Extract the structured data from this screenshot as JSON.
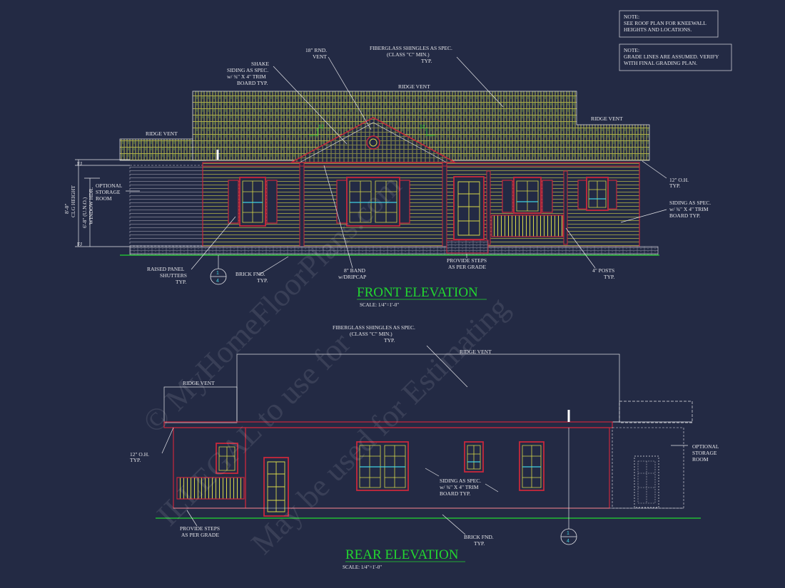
{
  "notes": [
    {
      "l1": "NOTE:",
      "l2": "SEE ROOF PLAN FOR KNEEWALL",
      "l3": "HEIGHTS AND LOCATIONS."
    },
    {
      "l1": "NOTE:",
      "l2": "GRADE LINES ARE ASSUMED. VERIFY",
      "l3": "WITH FINAL GRADING PLAN."
    }
  ],
  "front": {
    "title": "FRONT ELEVATION",
    "scale": "SCALE: 1/4\"=1'-0\"",
    "callouts": {
      "rnd_vent_1": "18\" RND.",
      "rnd_vent_2": "VENT",
      "shingles_1": "FIBERGLASS SHINGLES AS SPEC.",
      "shingles_2": "(CLASS \"C\" MIN.)",
      "shingles_3": "TYP.",
      "shake_1": "SHAKE",
      "shake_2": "SIDING AS SPEC.",
      "shake_3": "w/ ¾\" X 4\" TRIM",
      "shake_4": "BOARD TYP.",
      "ridge_main": "RIDGE VENT",
      "ridge_left": "RIDGE VENT",
      "ridge_right": "RIDGE VENT",
      "oh_1": "12\" O.H.",
      "oh_2": "TYP.",
      "siding_1": "SIDING AS SPEC.",
      "siding_2": "w/ ¾\" X 4\" TRIM",
      "siding_3": "BOARD TYP.",
      "storage_1": "OPTIONAL",
      "storage_2": "STORAGE",
      "storage_3": "ROOM",
      "shutters_1": "RAISED PANEL",
      "shutters_2": "SHUTTERS",
      "shutters_3": "TYP.",
      "brick_1": "BRICK FND.",
      "brick_2": "TYP.",
      "band_1": "8\" BAND",
      "band_2": "w/DRIPCAP",
      "steps_1": "PROVIDE STEPS",
      "steps_2": "AS PER GRADE",
      "posts_1": "4\" POSTS",
      "posts_2": "TYP.",
      "pitch": "12",
      "fj_top": "FJ",
      "fj_bottom": "FJ",
      "clg_1": "8'-0\"",
      "clg_2": "CLG HEIGHT",
      "win_1": "6'-8\" (U.N.O.)",
      "win_2": "WINDOW HDR.",
      "section_top": "1",
      "section_bottom": "4"
    }
  },
  "rear": {
    "title": "REAR ELEVATION",
    "scale": "SCALE: 1/4\"=1'-0\"",
    "callouts": {
      "shingles_1": "FIBERGLASS SHINGLES AS SPEC.",
      "shingles_2": "(CLASS \"C\" MIN.)",
      "shingles_3": "TYP.",
      "ridge_main": "RIDGE VENT",
      "ridge_left": "RIDGE VENT",
      "oh_1": "12\" O.H.",
      "oh_2": "TYP.",
      "storage_1": "OPTIONAL",
      "storage_2": "STORAGE",
      "storage_3": "ROOM",
      "siding_1": "SIDING AS SPEC.",
      "siding_2": "w/ ¾\" X 4\" TRIM",
      "siding_3": "BOARD TYP.",
      "steps_1": "PROVIDE STEPS",
      "steps_2": "AS PER GRADE",
      "brick_1": "BRICK FND.",
      "brick_2": "TYP.",
      "section_top": "1",
      "section_bottom": "4"
    }
  },
  "watermark": {
    "line1": "© MyHomeFloorPlans.com",
    "line2": "ILLEGAL to use for",
    "line3": "May be used for Estimating"
  },
  "colors": {
    "background": "#232a44",
    "line": "#e6e6ea",
    "red": "#c8283c",
    "yellow": "#d8d84a",
    "green": "#22d630",
    "cyan": "#3fd0e0",
    "gray": "#8a8a9a"
  }
}
